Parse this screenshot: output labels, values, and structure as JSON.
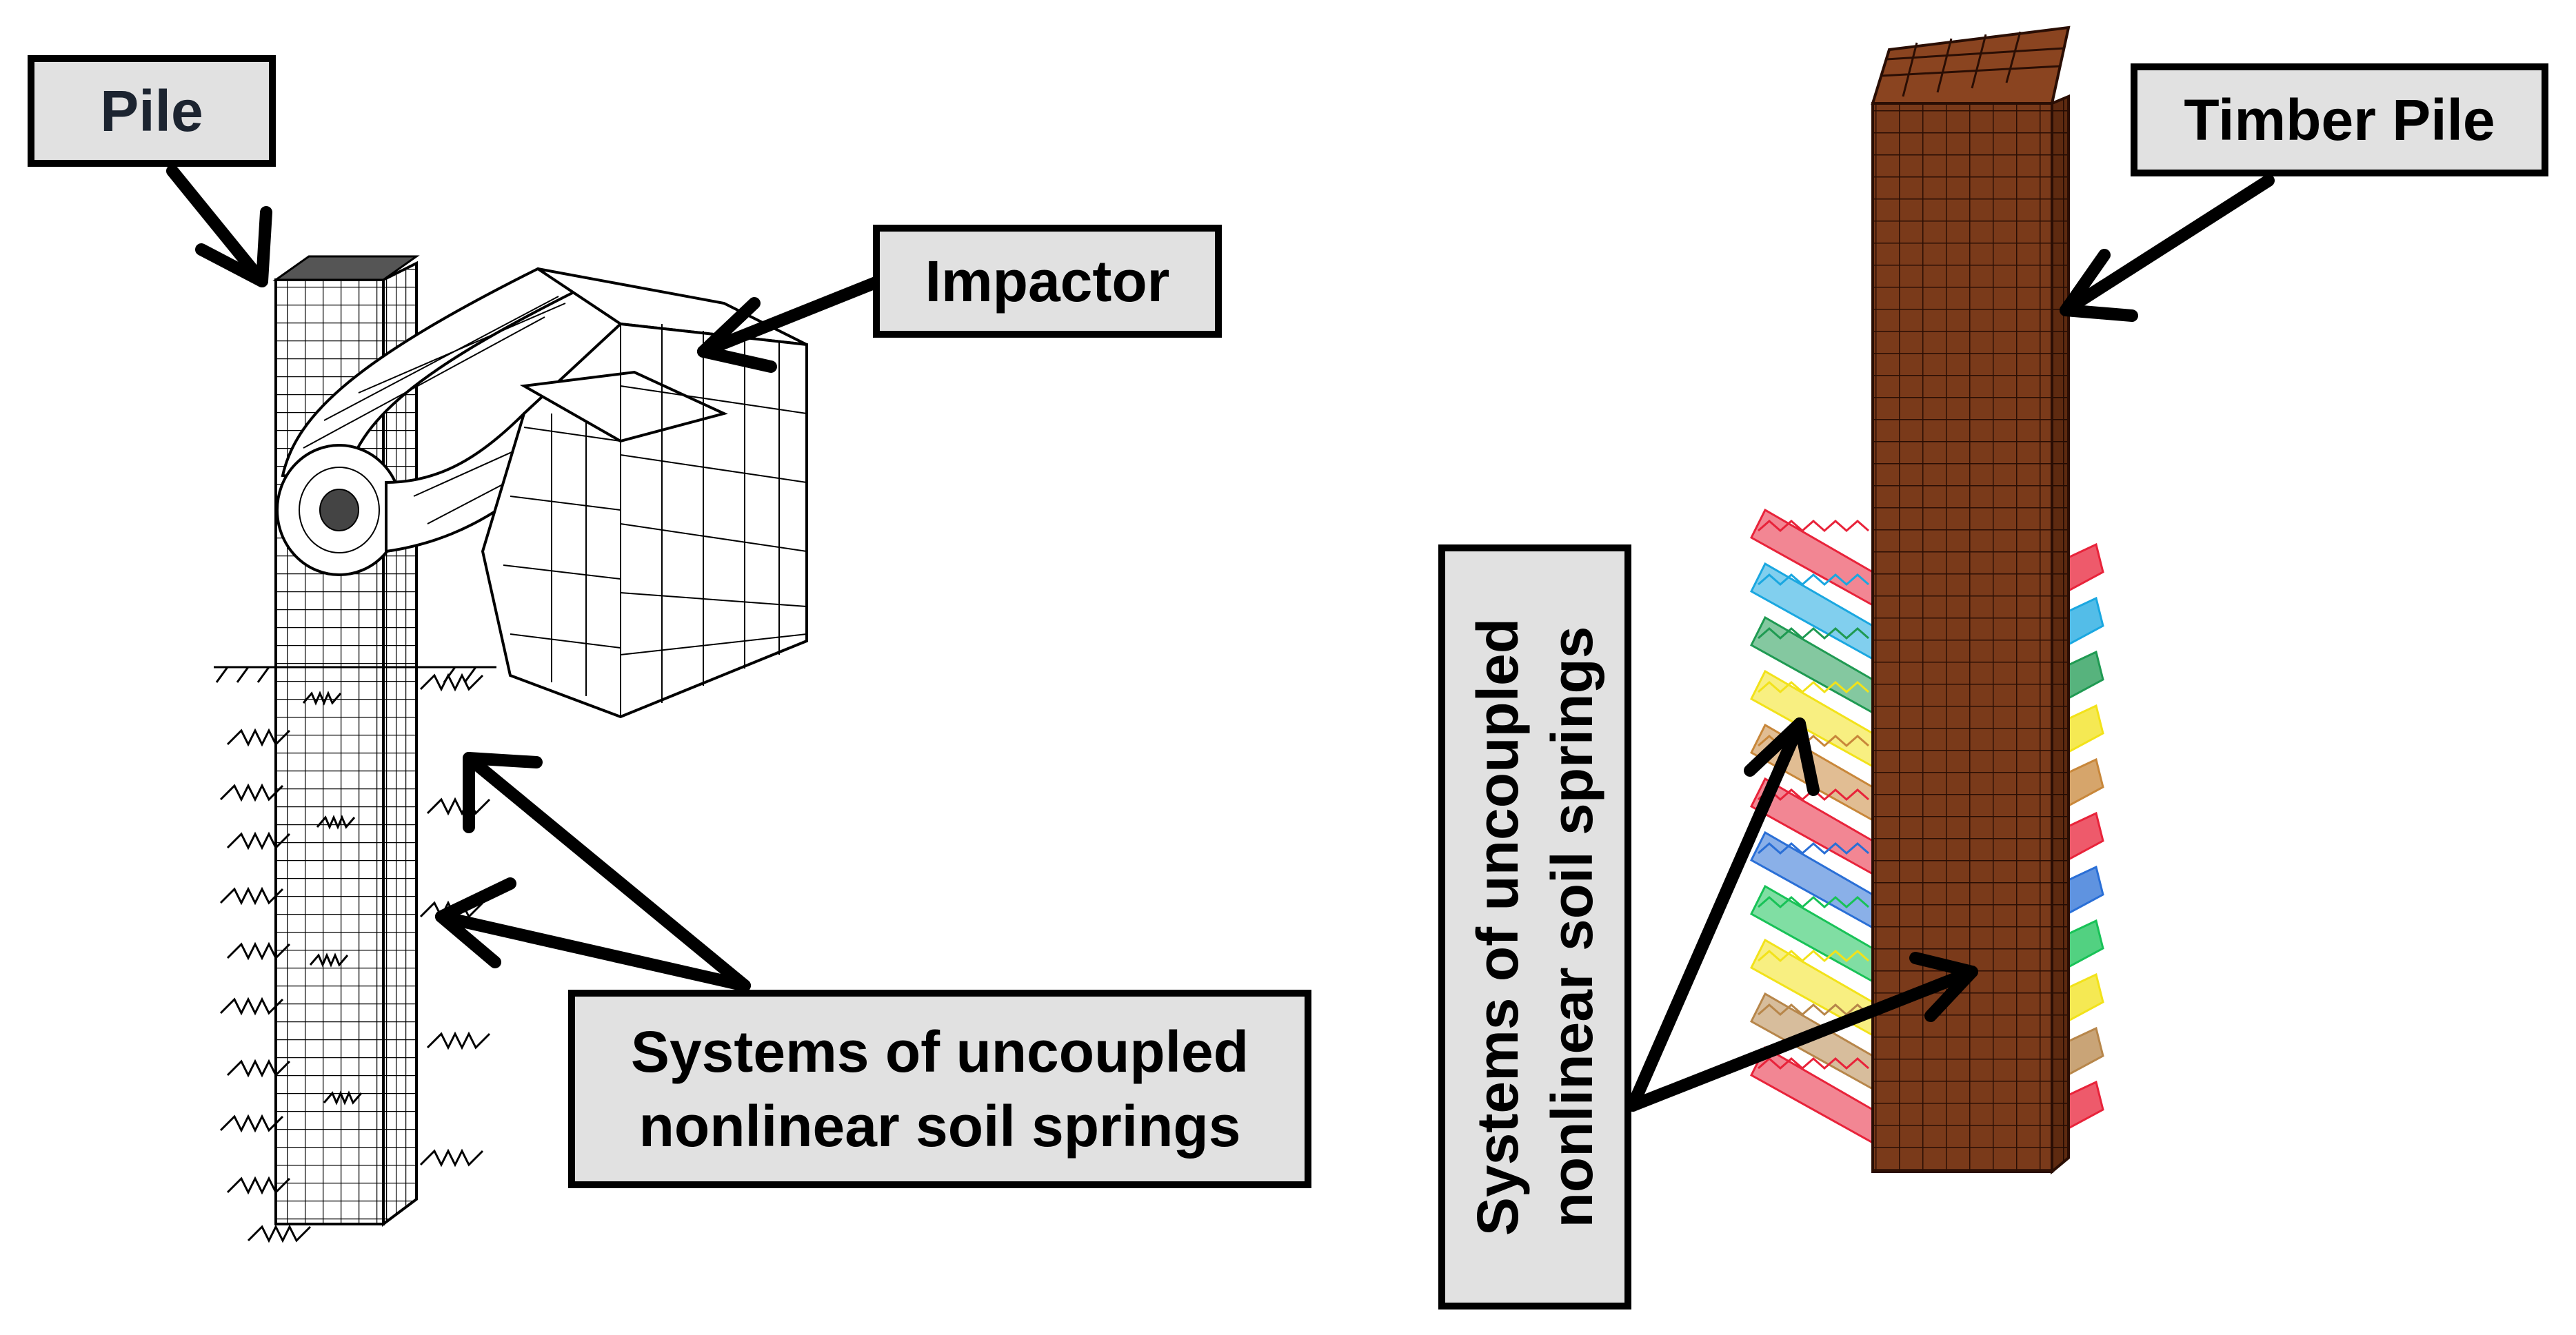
{
  "left_panel": {
    "pile_label": "Pile",
    "impactor_label": "Impactor",
    "springs_label_line1": "Systems of uncoupled",
    "springs_label_line2": "nonlinear soil springs"
  },
  "right_panel": {
    "timber_pile_label": "Timber Pile",
    "springs_label_line1": "Systems of uncoupled",
    "springs_label_line2": "nonlinear soil springs"
  },
  "colors": {
    "label_fill": "#e1e1e1",
    "label_border": "#000000",
    "pile_brown": "#7a3a1a",
    "spring_layers": [
      "#e8233a",
      "#1aa7e0",
      "#1f9a52",
      "#f2e21a",
      "#c8873a",
      "#e8233a",
      "#2a6fd6",
      "#18c257",
      "#f2e21a",
      "#b7864a",
      "#e8233a"
    ]
  }
}
